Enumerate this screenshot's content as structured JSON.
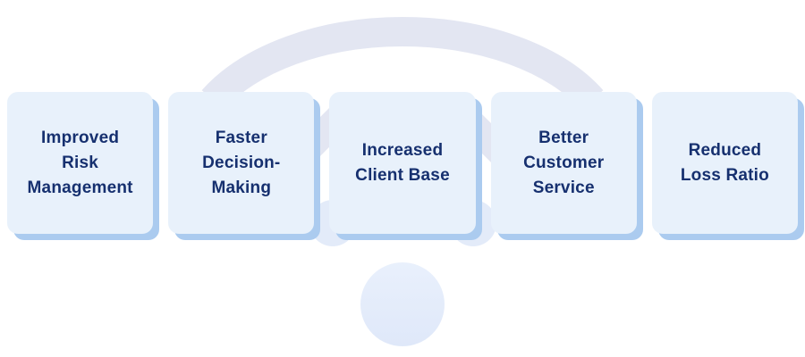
{
  "diagram": {
    "type": "benefits-infographic",
    "cards": [
      {
        "label": "Improved\nRisk\nManagement"
      },
      {
        "label": "Faster\nDecision-\nMaking"
      },
      {
        "label": "Increased\nClient Base"
      },
      {
        "label": "Better\nCustomer\nService"
      },
      {
        "label": "Reduced\nLoss Ratio"
      }
    ]
  },
  "colors": {
    "background": "#FFFFFF",
    "arc": "#E3E6F2",
    "blob": "#E3EBF9",
    "card_bg": "#E8F1FB",
    "card_shadow": "#ABCBEF",
    "card_text": "#16306F",
    "bottom_circle_top": "#E9F0FC",
    "bottom_circle_bottom": "#DFE8F9"
  }
}
